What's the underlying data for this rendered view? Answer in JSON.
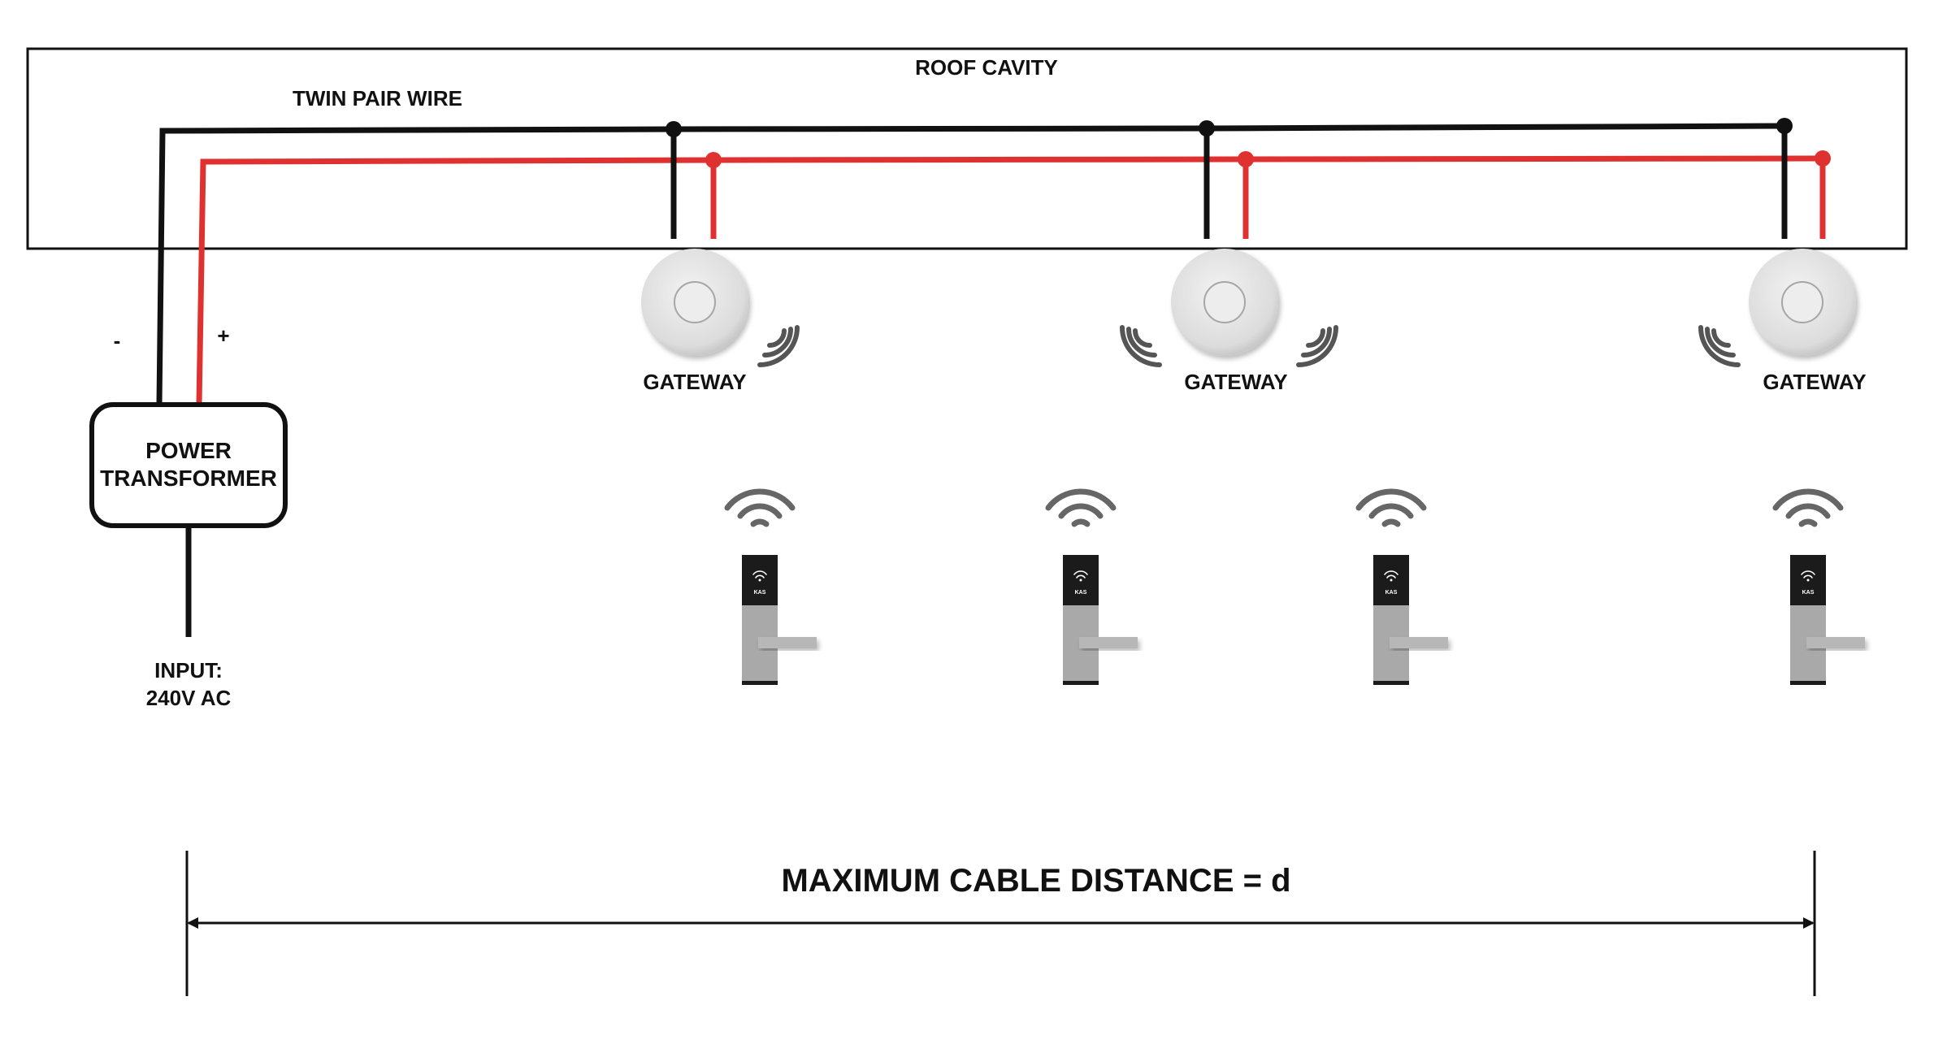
{
  "labels": {
    "roof_cavity": "ROOF CAVITY",
    "twin_pair_wire": "TWIN PAIR WIRE",
    "minus": "-",
    "plus": "+",
    "power_transformer_line1": "POWER",
    "power_transformer_line2": "TRANSFORMER",
    "input_line1": "INPUT:",
    "input_line2": "240V AC",
    "distance": "MAXIMUM CABLE DISTANCE = d"
  },
  "gateways": [
    {
      "label": "GATEWAY"
    },
    {
      "label": "GATEWAY"
    },
    {
      "label": "GATEWAY"
    }
  ],
  "locks": [
    {
      "brand": "KAS"
    },
    {
      "brand": "KAS"
    },
    {
      "brand": "KAS"
    },
    {
      "brand": "KAS"
    }
  ],
  "colors": {
    "negative_wire": "#111111",
    "positive_wire": "#e03131",
    "device_grey": "#a9a9a9",
    "signal_grey": "#555555"
  }
}
